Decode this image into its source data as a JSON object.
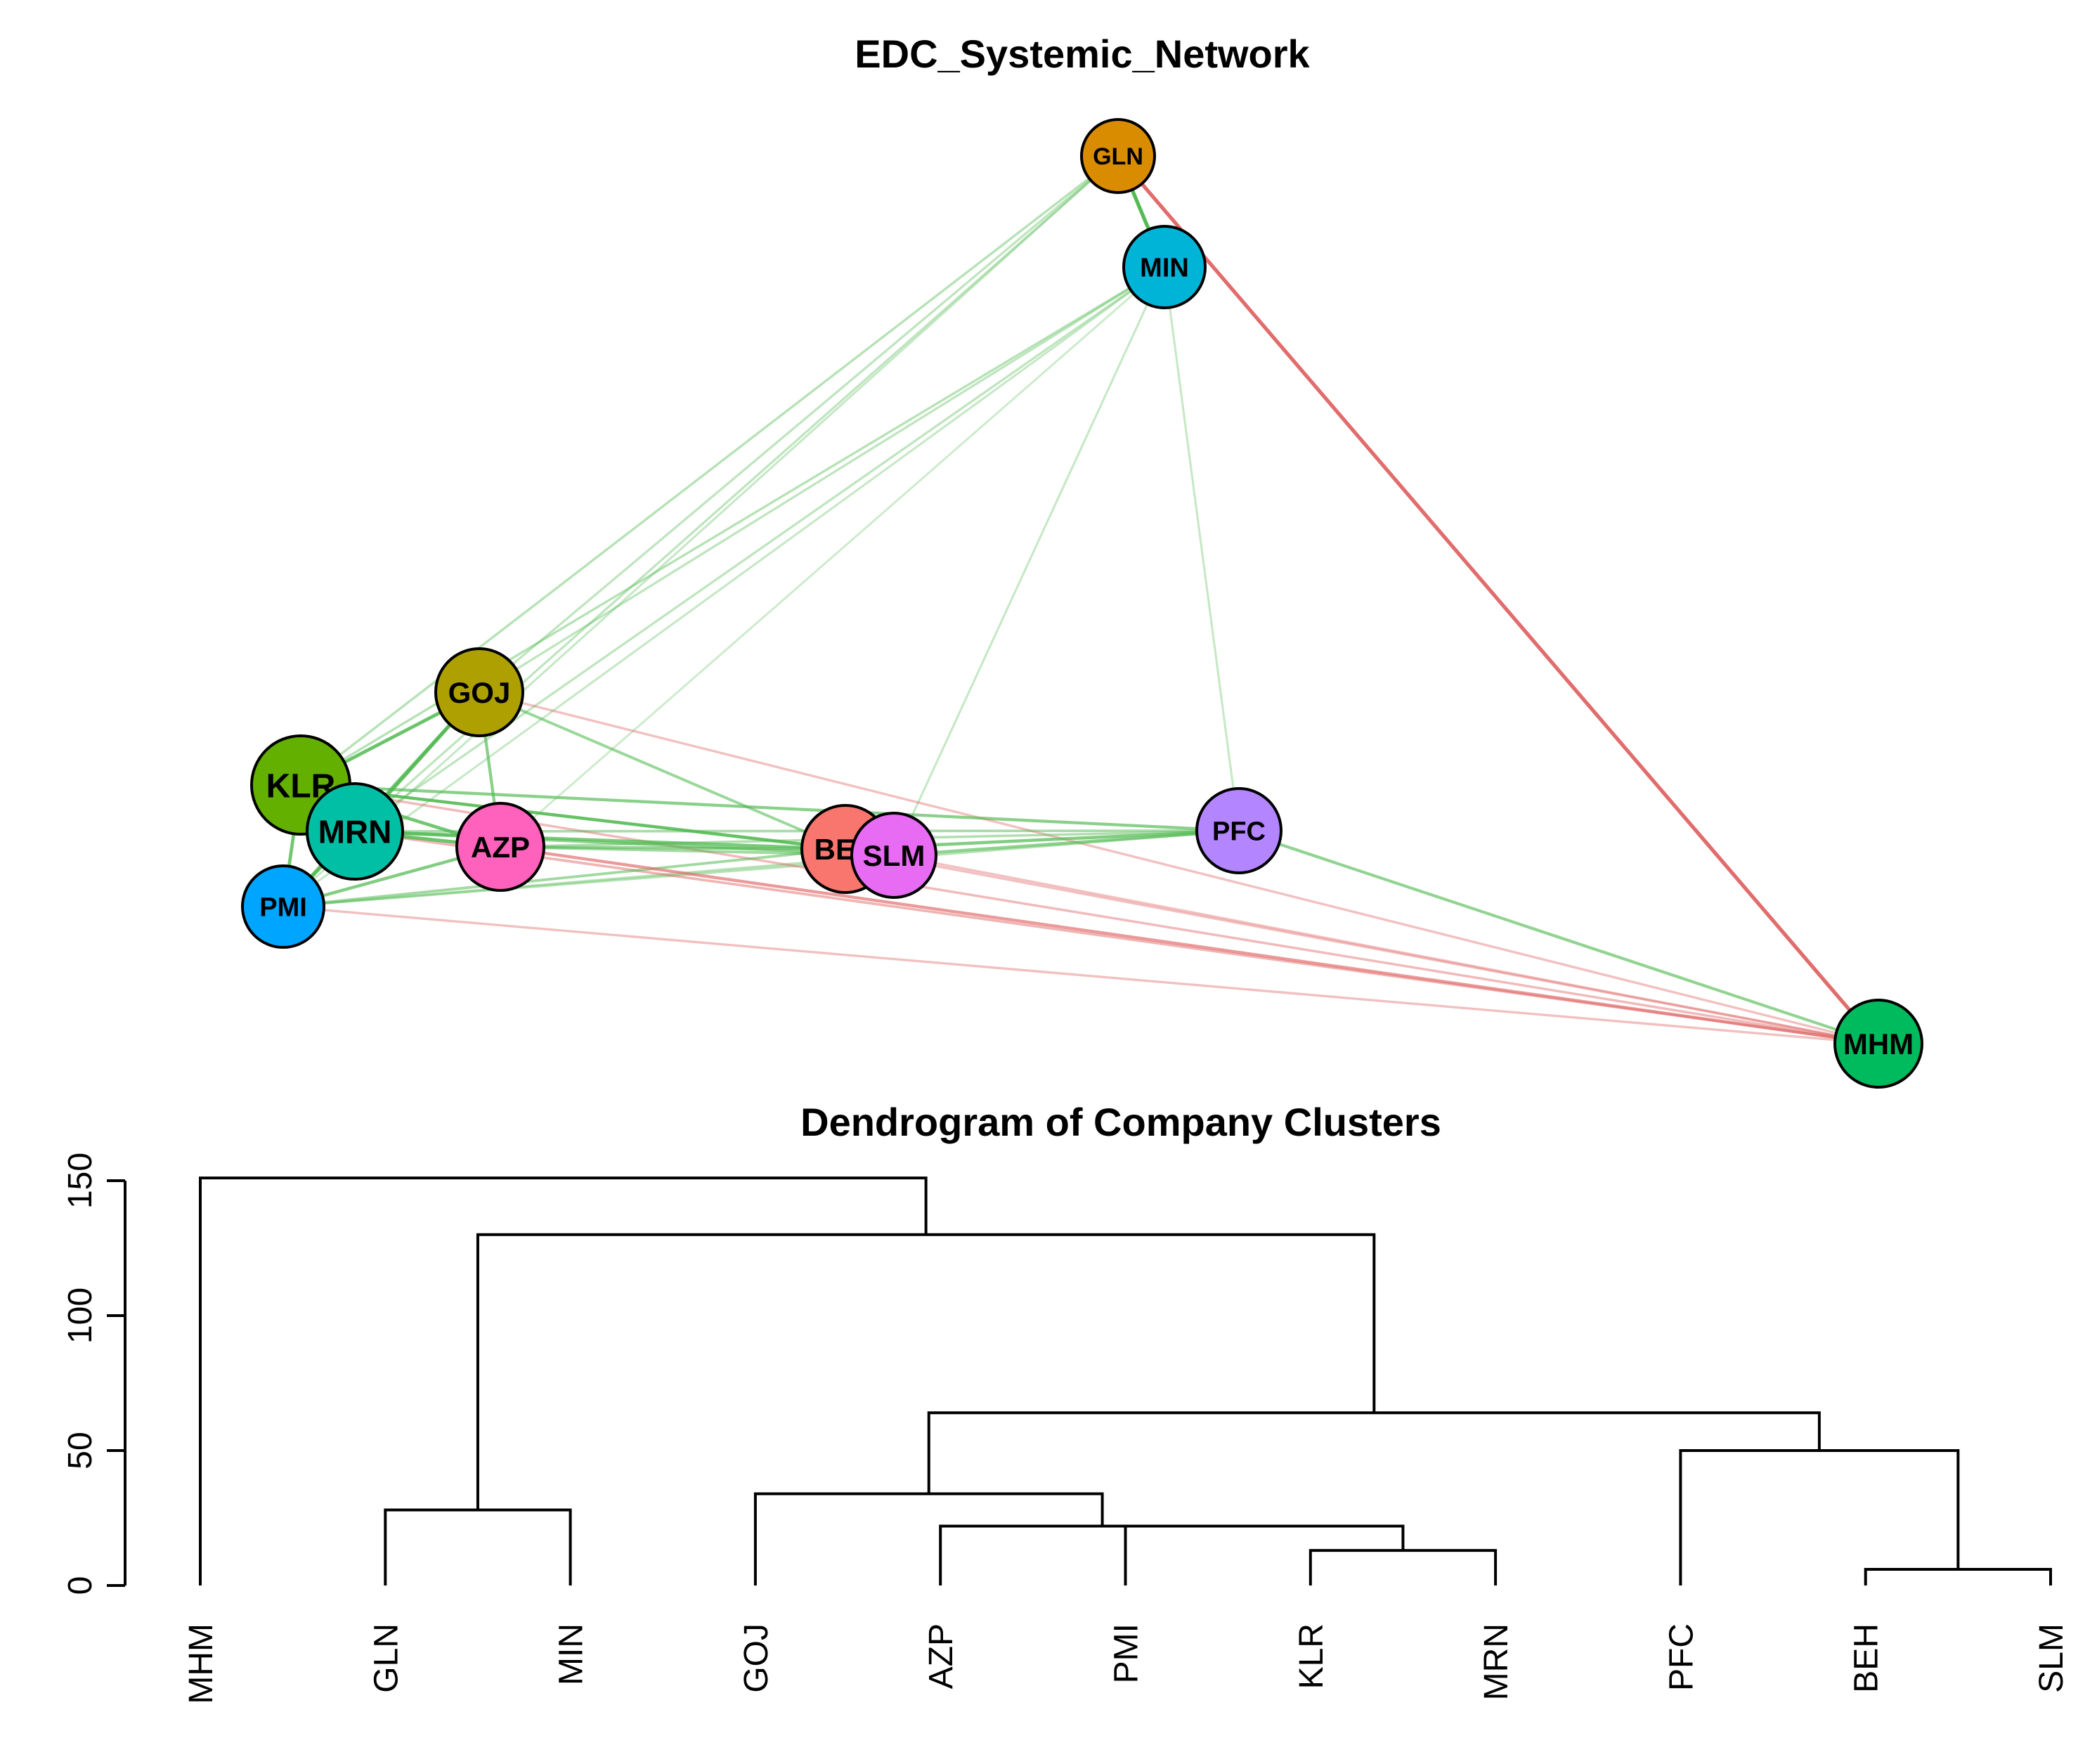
{
  "chart_data": [
    {
      "type": "network",
      "title": "EDC_Systemic_Network",
      "nodes": [
        {
          "id": "GLN",
          "label": "GLN",
          "color": "#D98C00"
        },
        {
          "id": "MIN",
          "label": "MIN",
          "color": "#00B4D8"
        },
        {
          "id": "GOJ",
          "label": "GOJ",
          "color": "#ADA000"
        },
        {
          "id": "KLR",
          "label": "KLR",
          "color": "#63B000"
        },
        {
          "id": "MRN",
          "label": "MRN",
          "color": "#00BFA5"
        },
        {
          "id": "AZP",
          "label": "AZP",
          "color": "#FF62BC"
        },
        {
          "id": "PMI",
          "label": "PMI",
          "color": "#00A5FF"
        },
        {
          "id": "BEH",
          "label": "BEH",
          "color": "#F8766D"
        },
        {
          "id": "SLM",
          "label": "SLM",
          "color": "#E76BF3"
        },
        {
          "id": "PFC",
          "label": "PFC",
          "color": "#B385FF"
        },
        {
          "id": "MHM",
          "label": "MHM",
          "color": "#00BA5E"
        }
      ],
      "edges": [
        {
          "source": "GLN",
          "target": "MIN",
          "sign": "positive",
          "strength": 0.95
        },
        {
          "source": "GLN",
          "target": "MHM",
          "sign": "negative",
          "strength": 0.95
        },
        {
          "source": "GLN",
          "target": "GOJ",
          "sign": "positive",
          "strength": 0.25
        },
        {
          "source": "GLN",
          "target": "KLR",
          "sign": "positive",
          "strength": 0.3
        },
        {
          "source": "GLN",
          "target": "MRN",
          "sign": "positive",
          "strength": 0.25
        },
        {
          "source": "GLN",
          "target": "PMI",
          "sign": "positive",
          "strength": 0.2
        },
        {
          "source": "MIN",
          "target": "KLR",
          "sign": "positive",
          "strength": 0.3
        },
        {
          "source": "MIN",
          "target": "GOJ",
          "sign": "positive",
          "strength": 0.25
        },
        {
          "source": "MIN",
          "target": "MRN",
          "sign": "positive",
          "strength": 0.25
        },
        {
          "source": "MIN",
          "target": "PMI",
          "sign": "positive",
          "strength": 0.2
        },
        {
          "source": "MIN",
          "target": "AZP",
          "sign": "positive",
          "strength": 0.15
        },
        {
          "source": "MIN",
          "target": "SLM",
          "sign": "positive",
          "strength": 0.2
        },
        {
          "source": "MIN",
          "target": "PFC",
          "sign": "positive",
          "strength": 0.2
        },
        {
          "source": "GOJ",
          "target": "KLR",
          "sign": "positive",
          "strength": 0.8
        },
        {
          "source": "GOJ",
          "target": "MRN",
          "sign": "positive",
          "strength": 0.85
        },
        {
          "source": "GOJ",
          "target": "PMI",
          "sign": "positive",
          "strength": 0.6
        },
        {
          "source": "GOJ",
          "target": "AZP",
          "sign": "positive",
          "strength": 0.6
        },
        {
          "source": "GOJ",
          "target": "BEH",
          "sign": "positive",
          "strength": 0.5
        },
        {
          "source": "GOJ",
          "target": "MHM",
          "sign": "negative",
          "strength": 0.3
        },
        {
          "source": "KLR",
          "target": "MRN",
          "sign": "positive",
          "strength": 0.9
        },
        {
          "source": "KLR",
          "target": "PMI",
          "sign": "positive",
          "strength": 0.75
        },
        {
          "source": "KLR",
          "target": "AZP",
          "sign": "positive",
          "strength": 0.75
        },
        {
          "source": "KLR",
          "target": "BEH",
          "sign": "positive",
          "strength": 0.6
        },
        {
          "source": "KLR",
          "target": "SLM",
          "sign": "positive",
          "strength": 0.55
        },
        {
          "source": "KLR",
          "target": "PFC",
          "sign": "positive",
          "strength": 0.6
        },
        {
          "source": "KLR",
          "target": "MHM",
          "sign": "negative",
          "strength": 0.35
        },
        {
          "source": "MRN",
          "target": "PMI",
          "sign": "positive",
          "strength": 0.8
        },
        {
          "source": "MRN",
          "target": "AZP",
          "sign": "positive",
          "strength": 0.8
        },
        {
          "source": "MRN",
          "target": "BEH",
          "sign": "positive",
          "strength": 0.7
        },
        {
          "source": "MRN",
          "target": "SLM",
          "sign": "positive",
          "strength": 0.55
        },
        {
          "source": "MRN",
          "target": "PFC",
          "sign": "positive",
          "strength": 0.4
        },
        {
          "source": "MRN",
          "target": "MHM",
          "sign": "negative",
          "strength": 0.4
        },
        {
          "source": "PMI",
          "target": "AZP",
          "sign": "positive",
          "strength": 0.65
        },
        {
          "source": "PMI",
          "target": "BEH",
          "sign": "positive",
          "strength": 0.45
        },
        {
          "source": "PMI",
          "target": "SLM",
          "sign": "positive",
          "strength": 0.3
        },
        {
          "source": "PMI",
          "target": "PFC",
          "sign": "positive",
          "strength": 0.3
        },
        {
          "source": "PMI",
          "target": "MHM",
          "sign": "negative",
          "strength": 0.3
        },
        {
          "source": "AZP",
          "target": "BEH",
          "sign": "positive",
          "strength": 0.55
        },
        {
          "source": "AZP",
          "target": "SLM",
          "sign": "positive",
          "strength": 0.45
        },
        {
          "source": "AZP",
          "target": "PFC",
          "sign": "positive",
          "strength": 0.35
        },
        {
          "source": "AZP",
          "target": "MHM",
          "sign": "negative",
          "strength": 0.6
        },
        {
          "source": "BEH",
          "target": "SLM",
          "sign": "positive",
          "strength": 0.9
        },
        {
          "source": "BEH",
          "target": "PFC",
          "sign": "positive",
          "strength": 0.65
        },
        {
          "source": "BEH",
          "target": "MHM",
          "sign": "negative",
          "strength": 0.3
        },
        {
          "source": "SLM",
          "target": "PFC",
          "sign": "positive",
          "strength": 0.55
        },
        {
          "source": "SLM",
          "target": "MHM",
          "sign": "negative",
          "strength": 0.3
        },
        {
          "source": "PFC",
          "target": "MHM",
          "sign": "positive",
          "strength": 0.55
        }
      ],
      "colors": {
        "positive_edge": "#4DB84D",
        "negative_edge": "#E06666",
        "node_border": "#000000"
      }
    },
    {
      "type": "dendrogram",
      "title": "Dendrogram of Company Clusters",
      "leaves": [
        "MHM",
        "GLN",
        "MIN",
        "GOJ",
        "AZP",
        "PMI",
        "KLR",
        "MRN",
        "PFC",
        "BEH",
        "SLM"
      ],
      "yticks": [
        0,
        50,
        100,
        150
      ],
      "ylim": [
        0,
        150
      ],
      "merges": [
        {
          "left": "BEH",
          "right": "SLM",
          "height": 6,
          "id": "c1"
        },
        {
          "left": "KLR",
          "right": "MRN",
          "height": 13,
          "id": "c2"
        },
        {
          "left": "PMI",
          "right": "c2",
          "height": 22,
          "id": "c3"
        },
        {
          "left": "GLN",
          "right": "MIN",
          "height": 28,
          "id": "c4"
        },
        {
          "left": "AZP",
          "right": "c3",
          "height": 22,
          "id": "c5"
        },
        {
          "left": "GOJ",
          "right": "c5",
          "height": 34,
          "id": "c6"
        },
        {
          "left": "PFC",
          "right": "c1",
          "height": 50,
          "id": "c7"
        },
        {
          "left": "c6",
          "right": "c7",
          "height": 64,
          "id": "c8"
        },
        {
          "left": "c4",
          "right": "c8",
          "height": 130,
          "id": "c9"
        },
        {
          "left": "MHM",
          "right": "c9",
          "height": 151,
          "id": "c10"
        }
      ]
    }
  ]
}
